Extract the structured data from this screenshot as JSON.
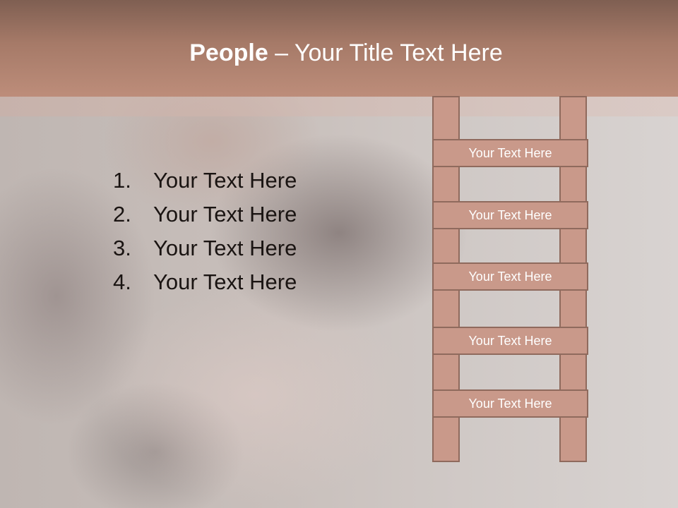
{
  "slide": {
    "title_bold": "People",
    "title_rest": " – Your Title Text Here"
  },
  "list_items": [
    {
      "num": "1.",
      "text": "Your Text Here"
    },
    {
      "num": "2.",
      "text": "Your Text Here"
    },
    {
      "num": "3.",
      "text": "Your Text Here"
    },
    {
      "num": "4.",
      "text": "Your Text Here"
    }
  ],
  "ladder_rungs": [
    "Your Text Here",
    "Your Text Here",
    "Your Text Here",
    "Your Text Here",
    "Your Text Here"
  ],
  "colors": {
    "header_top": "#7f5f52",
    "header_bottom": "#bd8d7a",
    "ladder_fill": "#c9998a",
    "ladder_border": "#8f6a5d"
  }
}
